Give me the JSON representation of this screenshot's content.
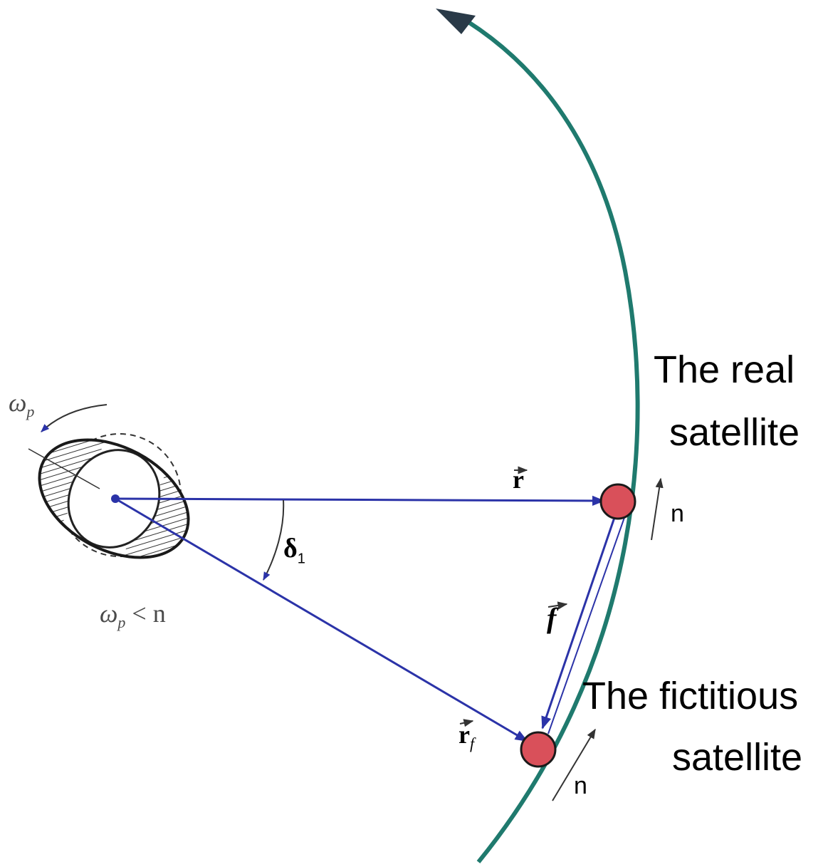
{
  "labels": {
    "real_line1": "The real",
    "real_line2": "satellite",
    "fictitious_line1": "The  fictitious",
    "fictitious_line2": "satellite",
    "n_real": "n",
    "n_fictitious": "n",
    "vec_r": "r",
    "vec_rf": "r",
    "vec_rf_sub": "f",
    "vec_f": "f",
    "delta": "δ",
    "delta_sub": "1",
    "omega_p": "ω",
    "omega_p_sub": "p",
    "relation_omega": "ω",
    "relation_sub": "p",
    "relation_rest": " < n"
  },
  "colors": {
    "orbit": "#1f7a6e",
    "vector": "#2b33a8",
    "satellite_fill": "#d9505a",
    "outline": "#1a1a1a",
    "hatch": "#333333"
  }
}
